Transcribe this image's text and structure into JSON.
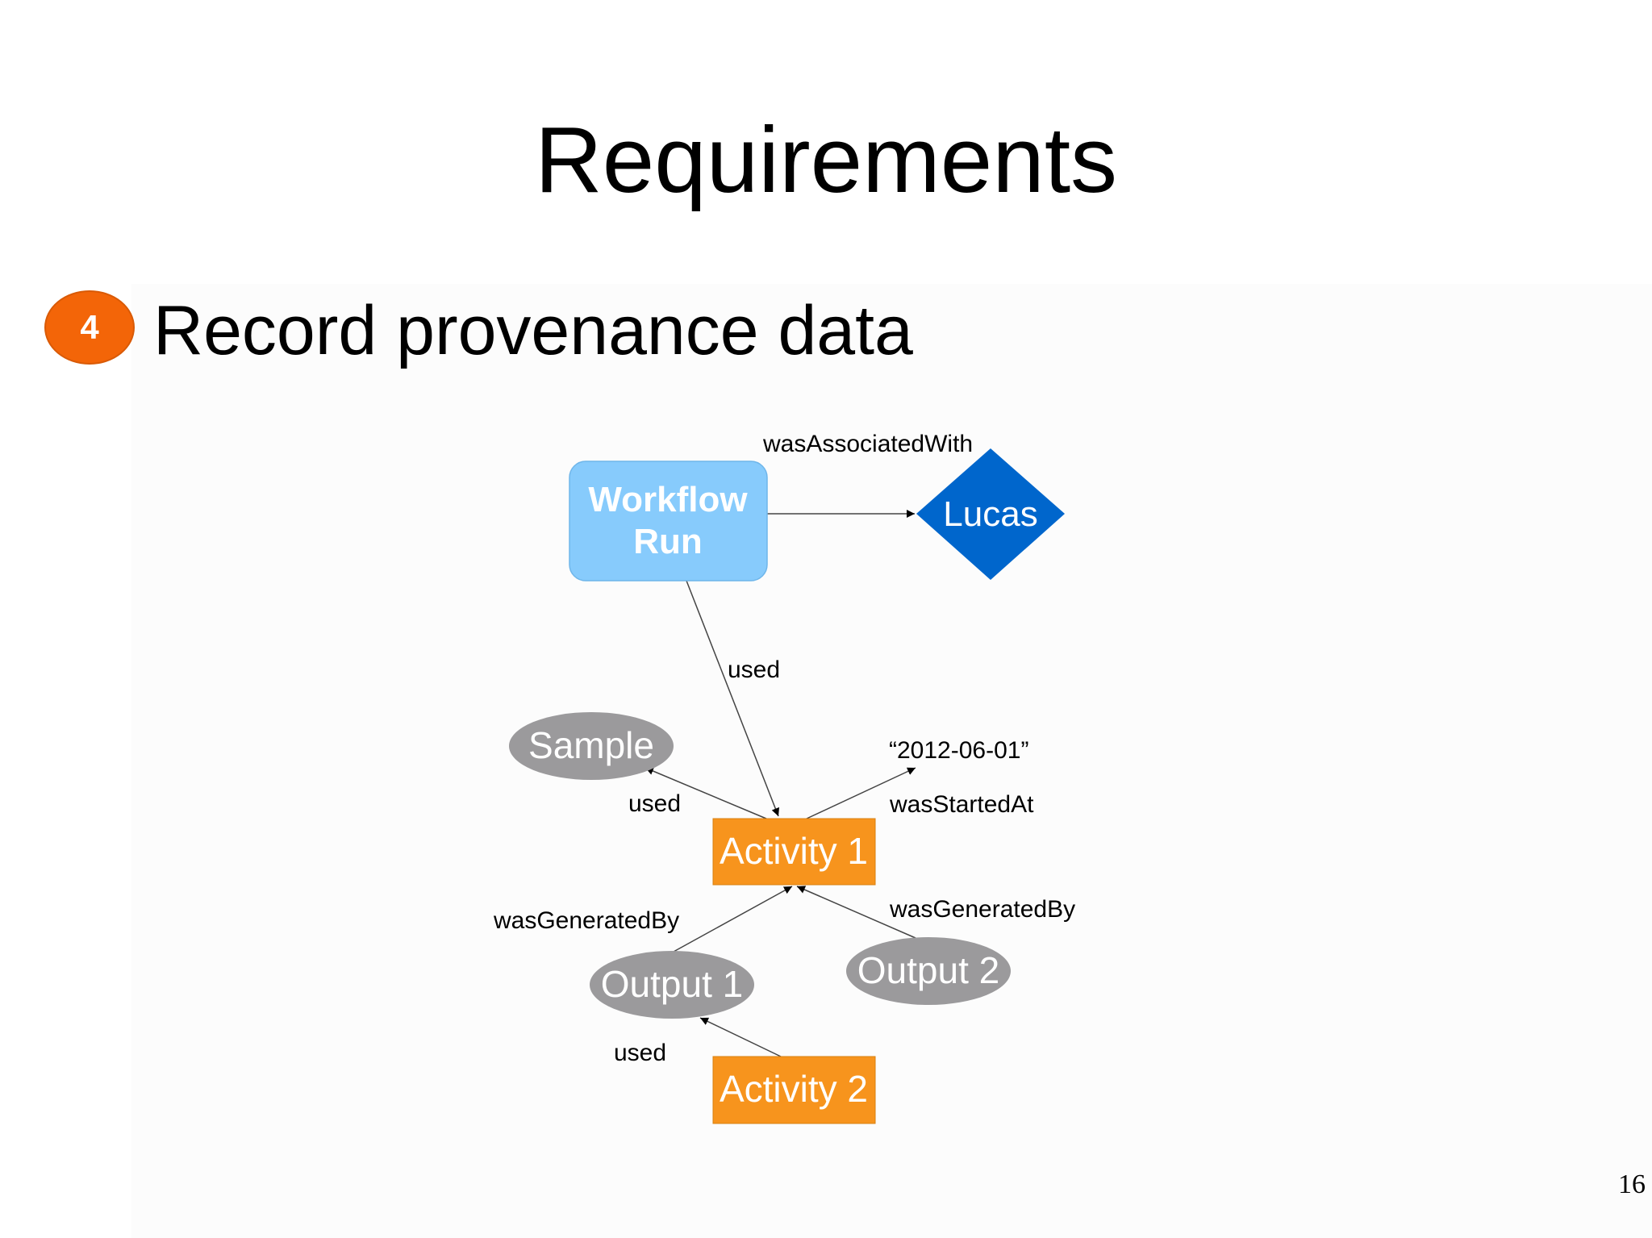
{
  "title": "Requirements",
  "requirement": {
    "number": "4",
    "text": "Record provenance data"
  },
  "page_number": "16",
  "colors": {
    "badge": "#f36508",
    "workflow_run": "#87cbfc",
    "agent": "#0066cc",
    "entity": "#9b9a9c",
    "activity": "#f7941d"
  },
  "diagram": {
    "nodes": {
      "workflow_run": {
        "line1": "Workflow",
        "line2": "Run"
      },
      "lucas": "Lucas",
      "sample": "Sample",
      "activity1": "Activity 1",
      "output1": "Output 1",
      "output2": "Output 2",
      "activity2": "Activity 2"
    },
    "edges": {
      "was_associated_with": "wasAssociatedWith",
      "workflow_used": "used",
      "sample_used": "used",
      "started_value": "“2012-06-01”",
      "was_started_at": "wasStartedAt",
      "out1_generated_by": "wasGeneratedBy",
      "out2_generated_by": "wasGeneratedBy",
      "activity2_used": "used"
    }
  }
}
